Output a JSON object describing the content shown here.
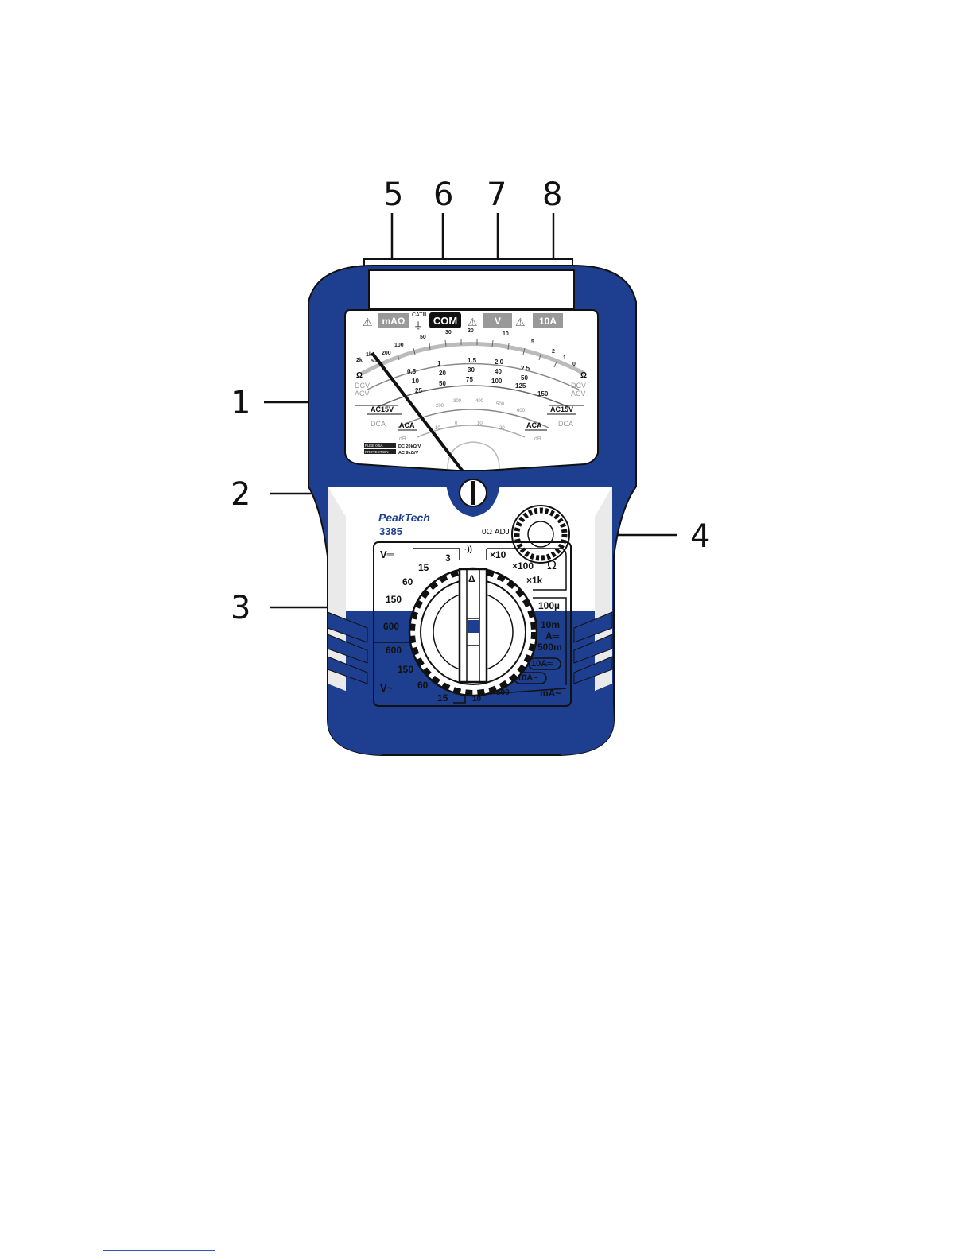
{
  "callouts": {
    "c1": "1",
    "c2": "2",
    "c3": "3",
    "c4": "4",
    "c5": "5",
    "c6": "6",
    "c7": "7",
    "c8": "8"
  },
  "meter": {
    "brand": "PeakTech",
    "model": "3385",
    "adjust_label": "0Ω ADJ ▸",
    "terminals": {
      "ma_ohm": "mAΩ",
      "cat": "CATⅢ",
      "com": "COM",
      "v": "V",
      "a10": "10A"
    },
    "scale": {
      "ohm_ticks": [
        "2k",
        "1k",
        "500",
        "200",
        "100",
        "50",
        "30",
        "20",
        "10",
        "5",
        "2",
        "1",
        "0"
      ],
      "dc_ticks_1": [
        "0.5",
        "1",
        "1.5",
        "2.0",
        "2.5"
      ],
      "dc_ticks_2": [
        "10",
        "20",
        "30",
        "40",
        "50"
      ],
      "dc_ticks_3": [
        "25",
        "50",
        "75",
        "100",
        "125",
        "150"
      ],
      "acv_ticks": [
        "200",
        "300",
        "400",
        "500",
        "600"
      ],
      "db_ticks": [
        "-10",
        "0",
        "10",
        "20"
      ],
      "left_dcv": "DCV",
      "left_acv": "ACV",
      "right_dcv": "DCV",
      "right_acv": "ACV",
      "left_ac15v": "AC15V",
      "right_ac15v": "AC15V",
      "left_dca": "DCA",
      "right_dca": "DCA",
      "left_aca": "ACA",
      "right_aca": "ACA",
      "left_db": "dB",
      "right_db": "dB",
      "ohm_left": "Ω",
      "ohm_right": "Ω",
      "spec1_label": "FUSE 0.5A",
      "spec2_label": "PROTECTION",
      "spec1": "DC 20kΩ/V",
      "spec2": "AC 9kΩ/V"
    },
    "dial": {
      "vdc": "V═",
      "vac": "V~",
      "vdc_15": "15",
      "vdc_3": "3",
      "vdc_60": "60",
      "vdc_150": "150",
      "vdc_600": "600",
      "vac_600": "600",
      "vac_150": "150",
      "vac_60": "60",
      "vac_15": "15",
      "cont": "·))",
      "x10": "×10",
      "x100": "×100",
      "x1k": "×1k",
      "ohm": "Ω",
      "a_100u": "100µ",
      "a_10m": "10m",
      "a_sym": "A═",
      "a_500m": "500m",
      "a_10a_dc": "10A═",
      "a_10a_ac": "10A~",
      "ma_10": "10",
      "ma_500": "500",
      "ma_ac": "mA~"
    }
  }
}
